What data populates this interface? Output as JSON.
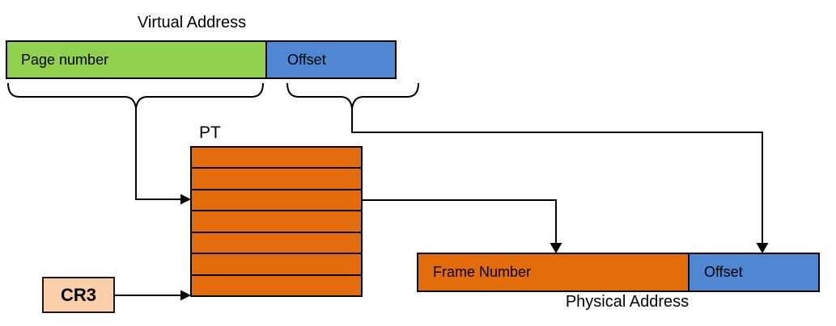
{
  "virtual_address": {
    "title": "Virtual Address",
    "page_number_label": "Page number",
    "offset_label": "Offset"
  },
  "page_table": {
    "label": "PT",
    "rows": 7
  },
  "cr3": {
    "label": "CR3"
  },
  "physical_address": {
    "title": "Physical Address",
    "frame_number_label": "Frame Number",
    "offset_label": "Offset"
  },
  "colors": {
    "green": "#92D050",
    "blue": "#4F87D3",
    "orange": "#E36C0A",
    "peach": "#FACFAA",
    "line": "#000000"
  }
}
